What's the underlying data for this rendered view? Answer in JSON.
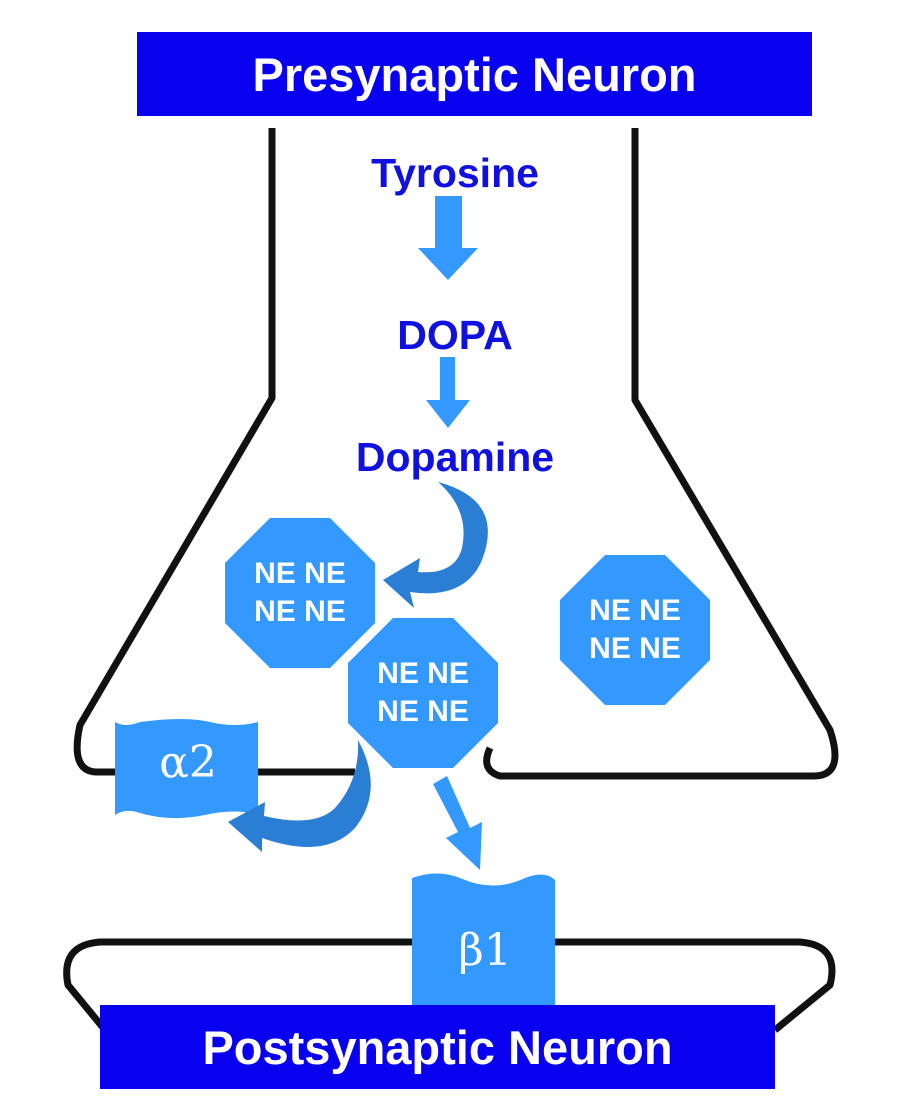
{
  "presynaptic_label": "Presynaptic Neuron",
  "postsynaptic_label": "Postsynaptic Neuron",
  "pathway": {
    "tyrosine": "Tyrosine",
    "dopa": "DOPA",
    "dopamine": "Dopamine"
  },
  "vesicles": [
    {
      "line1": "NE NE",
      "line2": "NE NE"
    },
    {
      "line1": "NE NE",
      "line2": "NE NE"
    },
    {
      "line1": "NE NE",
      "line2": "NE NE"
    }
  ],
  "receptors": {
    "alpha2": "α2",
    "beta1": "β1"
  },
  "colors": {
    "banner": "#0a00f0",
    "text_blue": "#1010e0",
    "shape_blue": "#3399ff",
    "arrow_dark": "#2a7fd4"
  }
}
